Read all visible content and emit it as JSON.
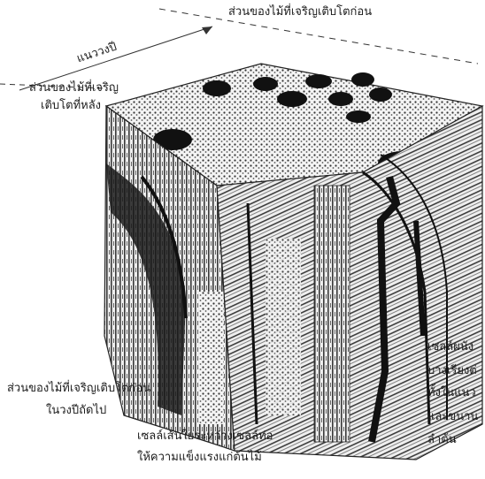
{
  "labels": {
    "earlywood_top": "ส่วนของไม้ที่เจริญเติบโตก่อน",
    "growth_ring": "แนววงปี",
    "latewood_line1": "ส่วนของไม้ที่เจริญ",
    "latewood_line2": "เติบโตที่หลัง",
    "earlywood_next_line1": "ส่วนของไม้ที่เจริญเติบโตก่อน",
    "earlywood_next_line2": "ในวงปีถัดไป",
    "fiber_line1": "เซลล์เส้นใยระหว่างเซลล์ท่อ",
    "fiber_line2": "ให้ความแข็งแรงแก่ต้นไม้",
    "vessel_line1": "เซลล์ผนัง",
    "vessel_line2": "บางเรียงต่",
    "vessel_line3": "ทั้งในแนว",
    "vessel_line4": "และขนาน",
    "vessel_line5": "ลำต้น"
  }
}
